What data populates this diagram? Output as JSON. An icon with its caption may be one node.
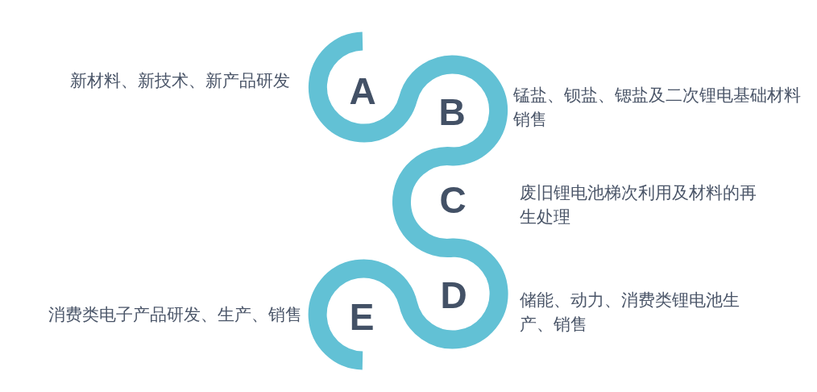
{
  "diagram": {
    "nodes": [
      {
        "text": [
          "A"
        ],
        "beside": [
          "新材料、新技术、新产品研发"
        ]
      },
      {
        "text": [
          "B"
        ],
        "beside": [
          "锰盐、钡盐、锶盐及二次锂电基础材料销售"
        ]
      },
      {
        "text": [
          "C"
        ],
        "beside": [
          "废旧锂电池梯次利用及材料的再生处理"
        ]
      },
      {
        "text": [
          "D"
        ],
        "beside": [
          "储能、动力、消费类锂电池生产、销售"
        ]
      },
      {
        "text": [
          "E"
        ],
        "beside": [
          "消费类电子产品研发、生产、销售"
        ]
      }
    ]
  }
}
